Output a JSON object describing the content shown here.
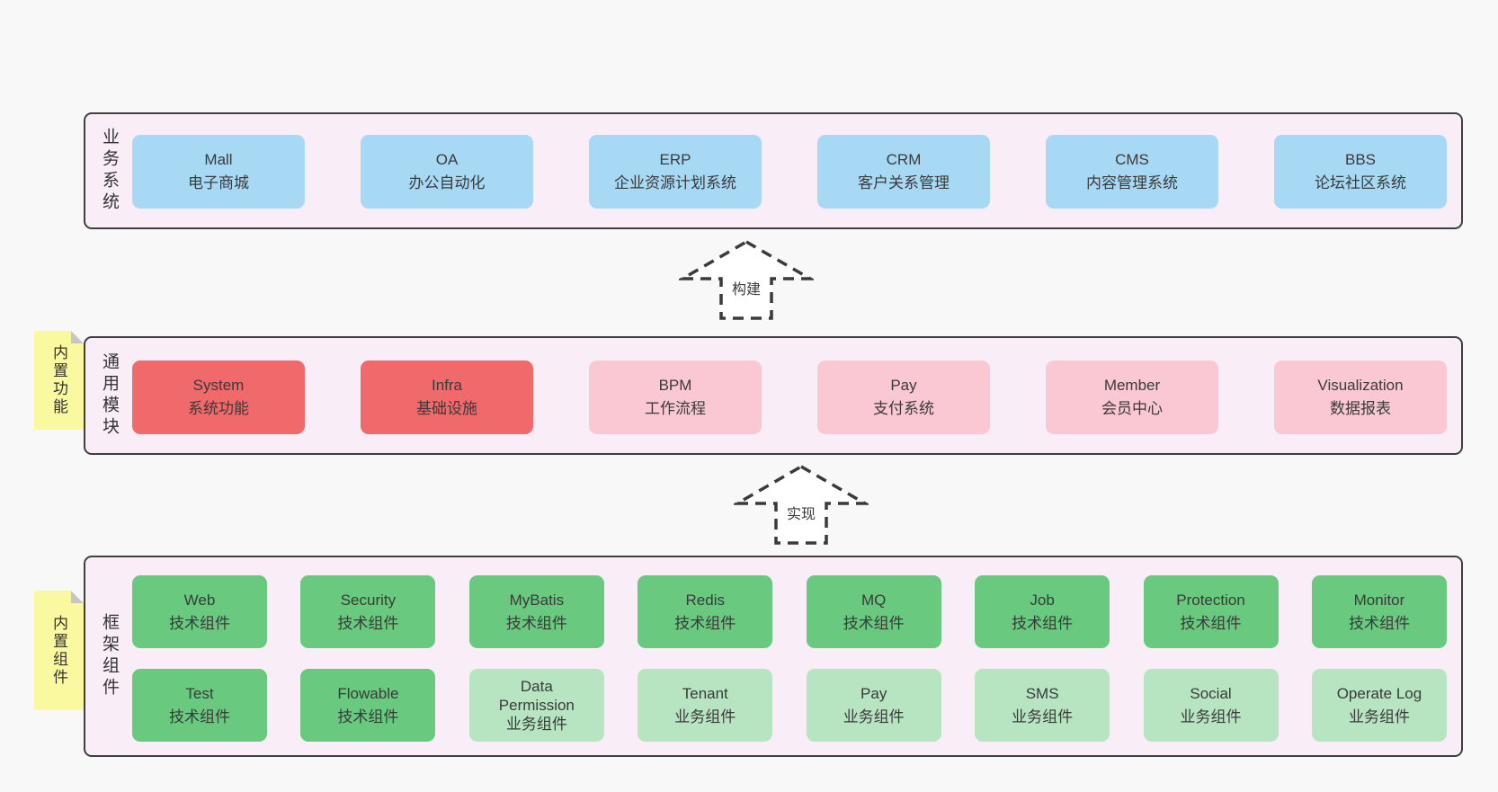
{
  "colors": {
    "page_bg": "#f8f8f8",
    "band_bg": "#f9eef8",
    "band_border": "#3f3f3f",
    "blue_box": "#a7d9f5",
    "red_box": "#f0696b",
    "pink_box": "#f9c8d3",
    "green_box": "#68c97f",
    "light_green_box": "#b7e4c1",
    "sticky_yellow": "#fbf9a0",
    "text": "#3a3a3a"
  },
  "bands": [
    {
      "label": "业务系统",
      "boxes": [
        {
          "name": "Mall",
          "desc": "电子商城"
        },
        {
          "name": "OA",
          "desc": "办公自动化"
        },
        {
          "name": "ERP",
          "desc": "企业资源计划系统"
        },
        {
          "name": "CRM",
          "desc": "客户关系管理"
        },
        {
          "name": "CMS",
          "desc": "内容管理系统"
        },
        {
          "name": "BBS",
          "desc": "论坛社区系统"
        }
      ]
    },
    {
      "label": "通用模块",
      "sticky": "内置功能",
      "boxes": [
        {
          "name": "System",
          "desc": "系统功能"
        },
        {
          "name": "Infra",
          "desc": "基础设施"
        },
        {
          "name": "BPM",
          "desc": "工作流程"
        },
        {
          "name": "Pay",
          "desc": "支付系统"
        },
        {
          "name": "Member",
          "desc": "会员中心"
        },
        {
          "name": "Visualization",
          "desc": "数据报表"
        }
      ]
    },
    {
      "label": "框架组件",
      "sticky": "内置组件",
      "rows": [
        [
          {
            "name": "Web",
            "desc": "技术组件"
          },
          {
            "name": "Security",
            "desc": "技术组件"
          },
          {
            "name": "MyBatis",
            "desc": "技术组件"
          },
          {
            "name": "Redis",
            "desc": "技术组件"
          },
          {
            "name": "MQ",
            "desc": "技术组件"
          },
          {
            "name": "Job",
            "desc": "技术组件"
          },
          {
            "name": "Protection",
            "desc": "技术组件"
          },
          {
            "name": "Monitor",
            "desc": "技术组件"
          }
        ],
        [
          {
            "name": "Test",
            "desc": "技术组件"
          },
          {
            "name": "Flowable",
            "desc": "技术组件"
          },
          {
            "name": "Data Permission",
            "desc": "业务组件"
          },
          {
            "name": "Tenant",
            "desc": "业务组件"
          },
          {
            "name": "Pay",
            "desc": "业务组件"
          },
          {
            "name": "SMS",
            "desc": "业务组件"
          },
          {
            "name": "Social",
            "desc": "业务组件"
          },
          {
            "name": "Operate Log",
            "desc": "业务组件"
          }
        ]
      ]
    }
  ],
  "arrows": [
    {
      "label": "构建"
    },
    {
      "label": "实现"
    }
  ]
}
